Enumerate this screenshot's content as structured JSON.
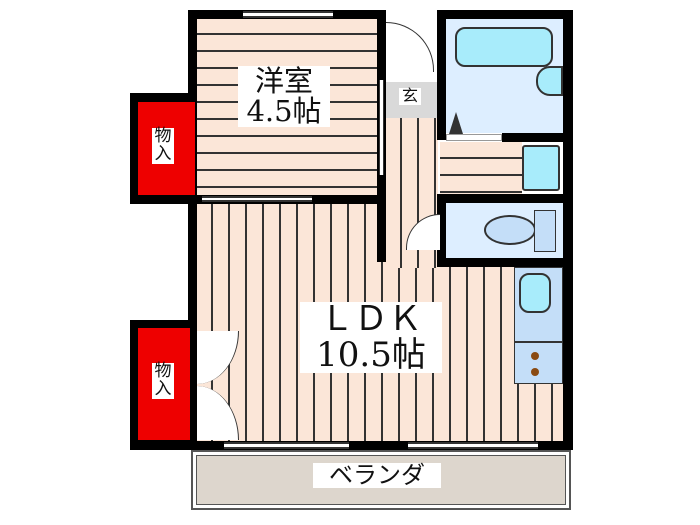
{
  "floor_plan": {
    "rooms": {
      "western_room": {
        "name": "洋室",
        "size": "4.5帖"
      },
      "ldk": {
        "name": "ＬＤＫ",
        "size": "10.5帖"
      },
      "entrance": {
        "name": "玄"
      },
      "closet_top": {
        "line1": "物",
        "line2": "入"
      },
      "closet_bottom": {
        "line1": "物",
        "line2": "入"
      },
      "veranda": {
        "name": "ベランダ"
      }
    },
    "colors": {
      "wall": "#000000",
      "floor": "#fbe6d8",
      "closet": "#ee0000",
      "wet_area": "#ddeeff",
      "fixture": "#a8ecfb",
      "veranda": "#ddd6cd",
      "entrance": "#d9d9d9"
    }
  }
}
